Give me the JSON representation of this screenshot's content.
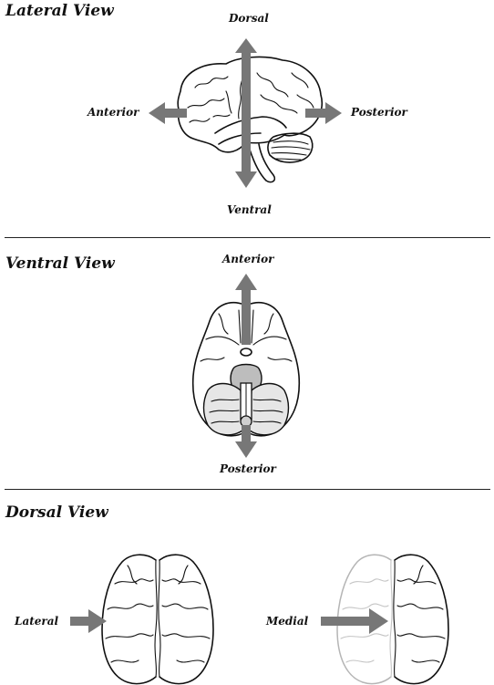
{
  "sections": {
    "lateral": {
      "title": "Lateral View",
      "labels": {
        "top": "Dorsal",
        "left": "Anterior",
        "right": "Posterior",
        "bottom": "Ventral"
      }
    },
    "ventral": {
      "title": "Ventral View",
      "labels": {
        "top": "Anterior",
        "bottom": "Posterior"
      }
    },
    "dorsal": {
      "title": "Dorsal View",
      "labels": {
        "left": "Lateral",
        "right": "Medial"
      }
    }
  },
  "colors": {
    "arrow": "#777777",
    "line": "#111111",
    "ghost": "#b5b5b5"
  }
}
